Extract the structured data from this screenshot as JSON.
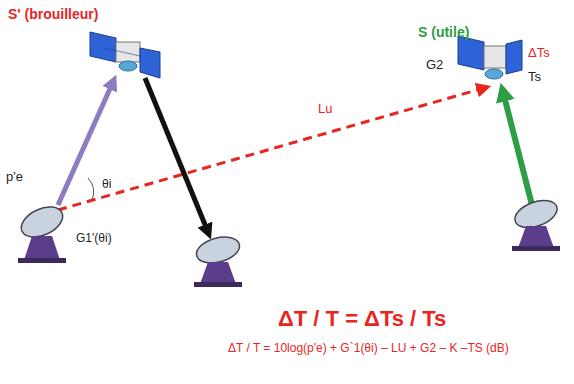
{
  "diagram": {
    "labels": [
      "S' (brouilleur)",
      "S (utile)",
      "ΔTs",
      "Ts",
      "G2",
      "Lu",
      "p'e",
      "θi",
      "G1'(θi)",
      "ΔT / T = ΔTs / Ts",
      "ΔT / T = 10log(p'e) + G`1(θi) – LU + G2 – K –TS (dB)"
    ]
  }
}
